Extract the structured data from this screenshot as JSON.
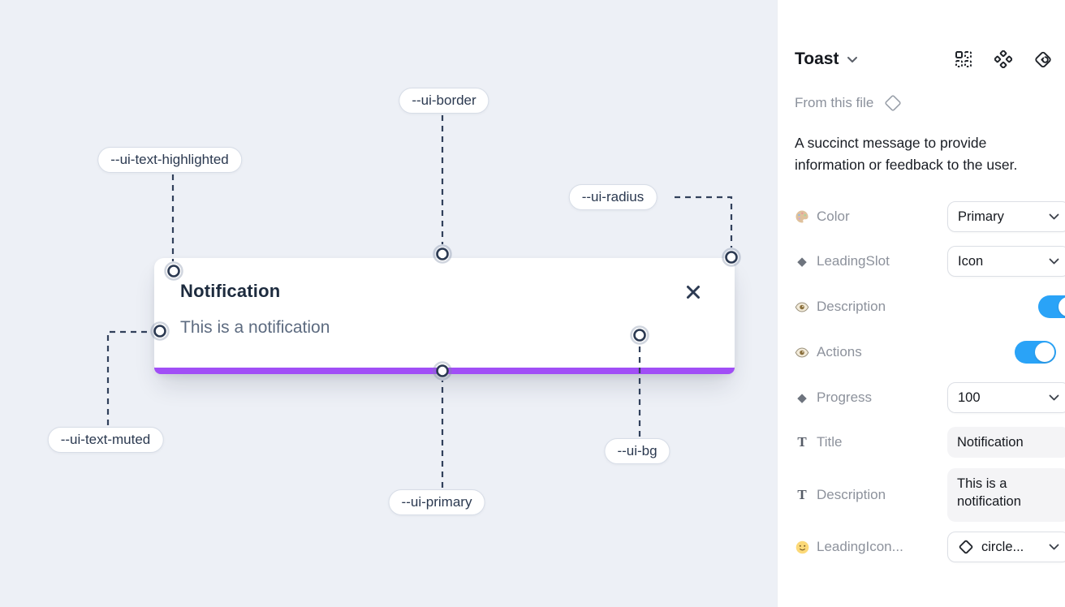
{
  "canvas": {
    "toast": {
      "title": "Notification",
      "description": "This is a notification",
      "progress_color": "#a14ef6"
    },
    "annotations": [
      {
        "label": "--ui-border"
      },
      {
        "label": "--ui-text-highlighted"
      },
      {
        "label": "--ui-radius"
      },
      {
        "label": "--ui-text-muted"
      },
      {
        "label": "--ui-primary"
      },
      {
        "label": "--ui-bg"
      }
    ]
  },
  "panel": {
    "title": "Toast",
    "source": "From this file",
    "component_description": "A succinct message to provide information or feedback to the user.",
    "properties": [
      {
        "label": "Color",
        "value": "Primary",
        "control": "dropdown",
        "icon": "palette-icon"
      },
      {
        "label": "LeadingSlot",
        "value": "Icon",
        "control": "dropdown",
        "icon": "diamond-icon"
      },
      {
        "label": "Description",
        "value": "on",
        "control": "toggle",
        "icon": "eye-icon"
      },
      {
        "label": "Actions",
        "value": "on",
        "control": "toggle",
        "icon": "eye-icon"
      },
      {
        "label": "Progress",
        "value": "100",
        "control": "dropdown",
        "icon": "diamond-icon"
      },
      {
        "label": "Title",
        "value": "Notification",
        "control": "text",
        "icon": "text-icon"
      },
      {
        "label": "Description",
        "value": "This is a notification",
        "control": "text",
        "icon": "text-icon"
      },
      {
        "label": "LeadingIcon...",
        "value": "circle...",
        "control": "instance-dropdown",
        "icon": "smiley-icon"
      }
    ],
    "colors": {
      "toggle_on": "#2aa3f7",
      "primary_purple": "#a14ef6",
      "canvas_bg": "#edf0f6"
    }
  }
}
